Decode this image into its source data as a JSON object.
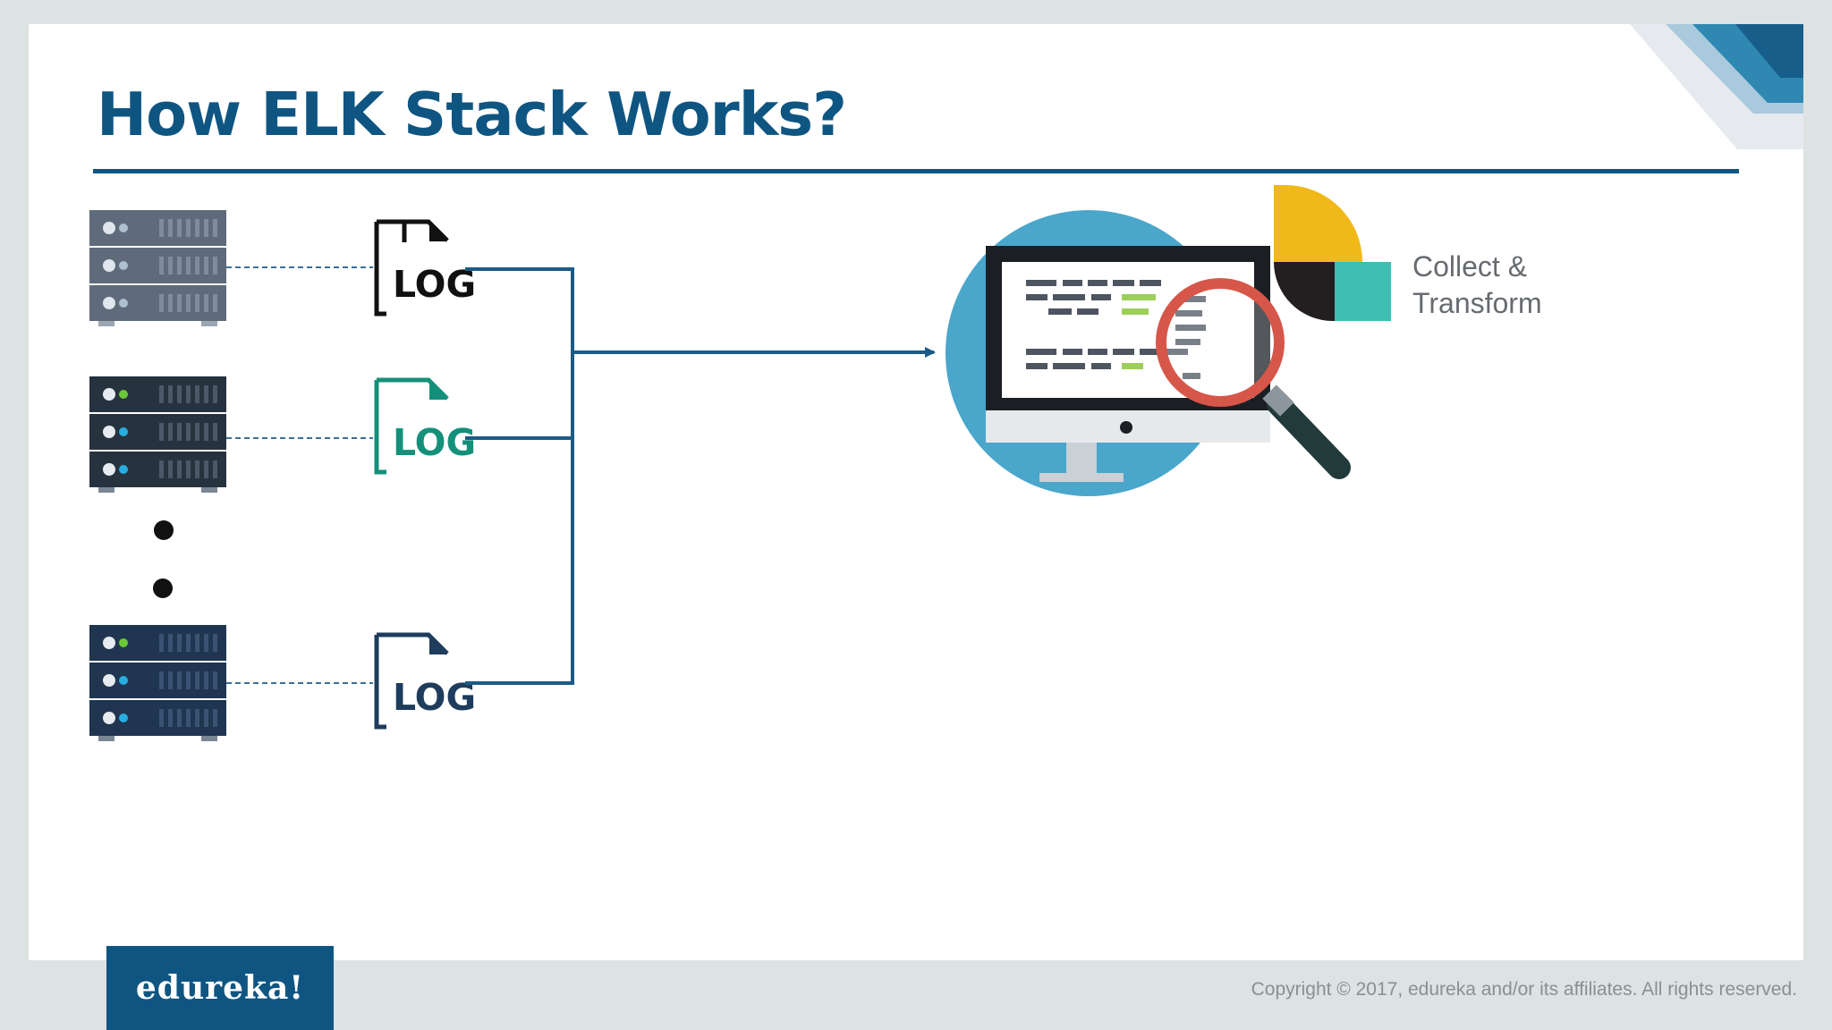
{
  "slide": {
    "title": "How ELK Stack Works?"
  },
  "diagram": {
    "log_label": "LOG",
    "stage_label_line1": "Collect &",
    "stage_label_line2": "Transform"
  },
  "footer": {
    "brand": "edureka!",
    "copyright": "Copyright © 2017, edureka and/or its affiliates. All rights reserved."
  },
  "colors": {
    "title_blue": "#0f5582",
    "connector": "#1b5c86",
    "log_black": "#111111",
    "log_teal": "#14907a",
    "log_navy": "#1e3c5c",
    "logstash_yellow": "#f0b919",
    "logstash_teal": "#3ebeb0"
  }
}
